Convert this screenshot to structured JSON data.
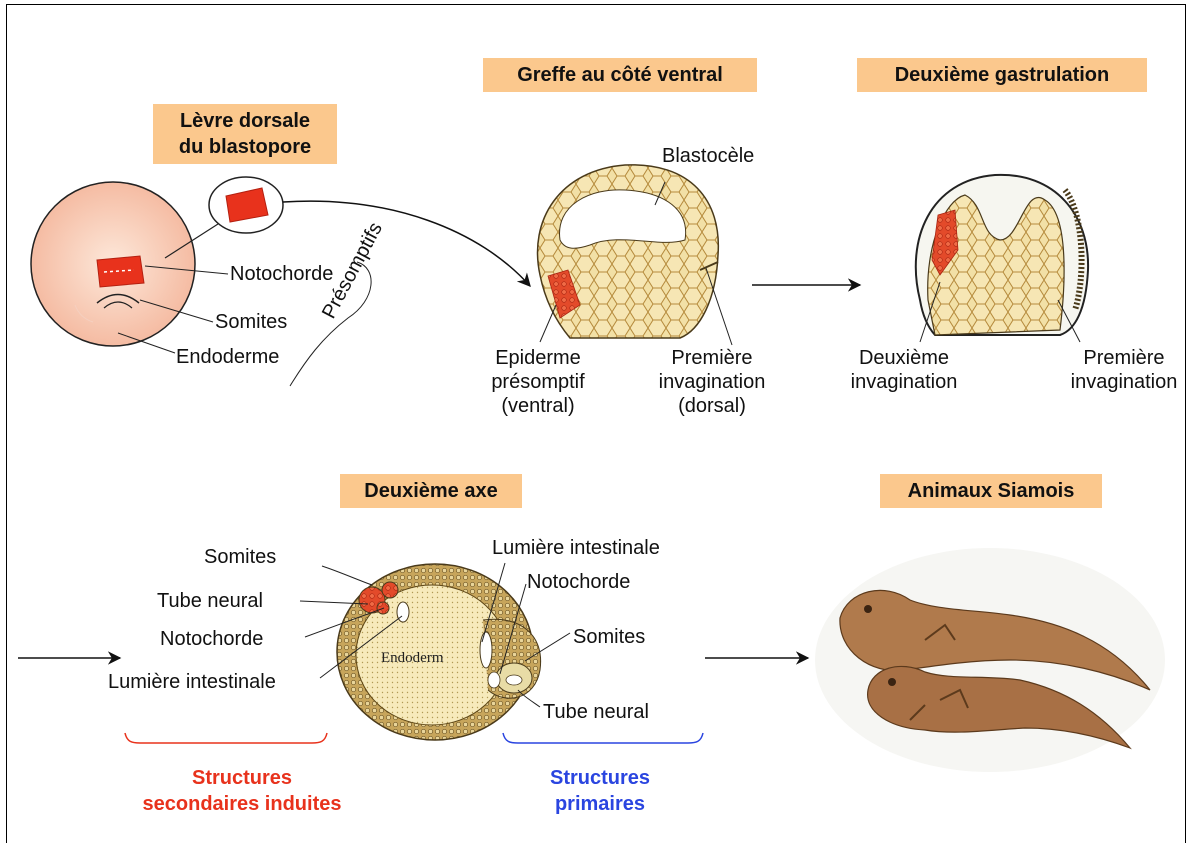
{
  "titles": {
    "levre": "Lèvre dorsale\ndu blastopore",
    "greffe": "Greffe au côté ventral",
    "gastrulation": "Deuxième gastrulation",
    "axe": "Deuxième axe",
    "siamois": "Animaux Siamois"
  },
  "labels": {
    "notochorde_1": "Notochorde",
    "somites_1": "Somites",
    "endoderme": "Endoderme",
    "presomptifs": "Présomptifs",
    "blastocele": "Blastocèle",
    "epiderme": "Epiderme\nprésomptif\n(ventral)",
    "premiere_inv_1": "Première\ninvagination\n(dorsal)",
    "deuxieme_inv": "Deuxième\ninvagination",
    "premiere_inv_2": "Première\ninvagination",
    "somites_left": "Somites",
    "tube_neural_left": "Tube neural",
    "notochorde_left": "Notochorde",
    "lumiere_left": "Lumière intestinale",
    "lumiere_right": "Lumière intestinale",
    "notochorde_right": "Notochorde",
    "somites_right": "Somites",
    "tube_neural_right": "Tube neural",
    "endoderm_inner": "Endoderm"
  },
  "groups": {
    "secondaires": "Structures\nsecondaires induites",
    "primaires": "Structures\nprimaires"
  },
  "colors": {
    "title_box": "#fbc88d",
    "graft_red": "#e8321c",
    "primary_blue": "#2a45e0",
    "embryo_peach": "#fbd8c4",
    "cell_yellow": "#f2e0a6",
    "tadpole_brown": "#b07a4c"
  }
}
